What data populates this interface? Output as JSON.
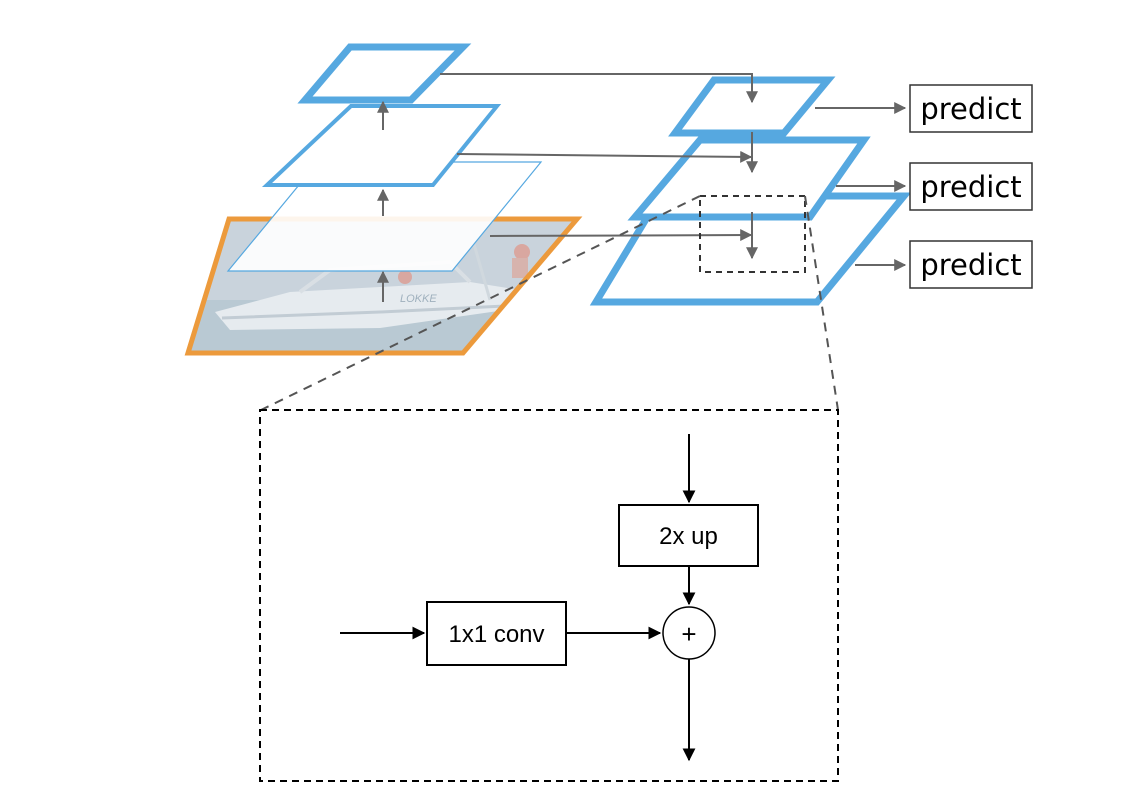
{
  "predictions": [
    {
      "label": "predict"
    },
    {
      "label": "predict"
    },
    {
      "label": "predict"
    }
  ],
  "detail": {
    "conv_label": "1x1 conv",
    "upsample_label": "2x up",
    "add_symbol": "+"
  },
  "photo": {
    "boat_text": "LOKKE"
  },
  "colors": {
    "feature_blue": "#56a8e0",
    "photo_orange": "#ec9a3c",
    "arrow_gray": "#666666",
    "dashed": "#333333",
    "box_stroke": "#000000"
  }
}
